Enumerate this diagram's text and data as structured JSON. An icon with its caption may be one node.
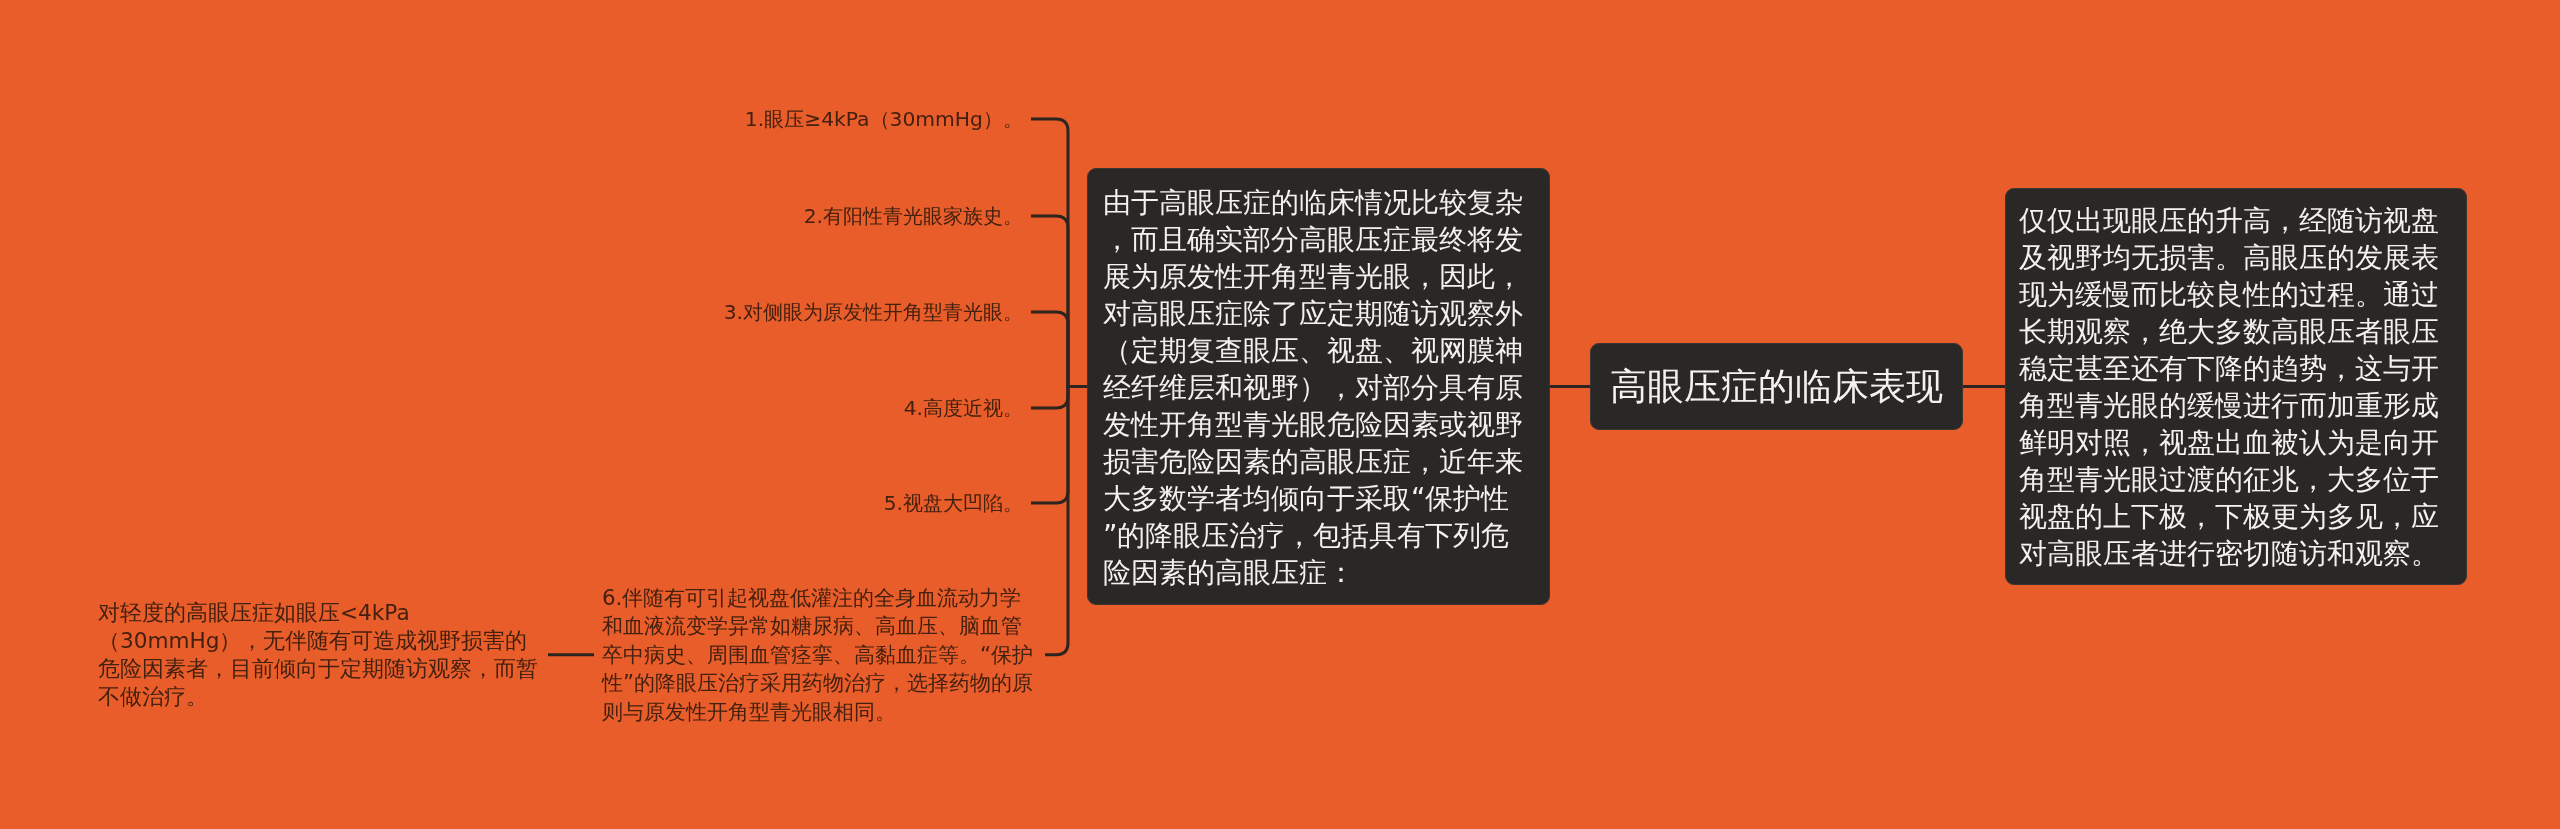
{
  "diagram": {
    "nodes": [
      {
        "text": [
          "高眼压症的临床表现"
        ]
      },
      {
        "text": [
          "由于高眼压症的临床情况比较复杂，而且确实部分高眼压症最终将发展为原发性开角型青光眼，因此，对高眼压症除了应定期随访观察外（定期复查眼压、视盘、视网膜神经纤维层和视野），对部分具有原发性开角型青光眼危险因素或视野损害危险因素的高眼压症，近年来大多数学者均倾向于采取“保护性”的降眼压治疗，包括具有下列危险因素的高眼压症："
        ]
      },
      {
        "text": [
          "仅仅出现眼压的升高，经随访视盘及视野均无损害。高眼压的发展表现为缓慢而比较良性的过程。通过长期观察，绝大多数高眼压者眼压稳定甚至还有下降的趋势，这与开角型青光眼的缓慢进行而加重形成鲜明对照，视盘出血被认为是向开角型青光眼过渡的征兆，大多位于视盘的上下极，下极更为多见，应对高眼压者进行密切随访和观察。"
        ]
      },
      {
        "text": [
          "1.眼压≥4kPa（30mmHg）。"
        ]
      },
      {
        "text": [
          "2.有阳性青光眼家族史。"
        ]
      },
      {
        "text": [
          "3.对侧眼为原发性开角型青光眼。"
        ]
      },
      {
        "text": [
          "4.高度近视。"
        ]
      },
      {
        "text": [
          "5.视盘大凹陷。"
        ]
      },
      {
        "text": [
          "6.伴随有可引起视盘低灌注的全身血流动力学和血液流变学异常如糖尿病、高血压、脑血管卒中病史、周围血管痉挛、高黏血症等。“保护性”的降眼压治疗采用药物治疗，选择药物的原则与原发性开角型青光眼相同。"
        ]
      },
      {
        "text": [
          "对轻度的高眼压症如眼压<4kPa（30mmHg），无伴随有可造成视野损害的危险因素者，目前倾向于定期随访观察，而暂不做治疗。"
        ]
      }
    ],
    "edges": [
      {
        "from": 0,
        "to": 1,
        "arrow": "none"
      },
      {
        "from": 0,
        "to": 2,
        "arrow": "none"
      },
      {
        "from": 1,
        "to": 3,
        "arrow": "none"
      },
      {
        "from": 1,
        "to": 4,
        "arrow": "none"
      },
      {
        "from": 1,
        "to": 5,
        "arrow": "none"
      },
      {
        "from": 1,
        "to": 6,
        "arrow": "none"
      },
      {
        "from": 1,
        "to": 7,
        "arrow": "none"
      },
      {
        "from": 1,
        "to": 8,
        "arrow": "none"
      },
      {
        "from": 8,
        "to": 9,
        "arrow": "none"
      }
    ]
  }
}
